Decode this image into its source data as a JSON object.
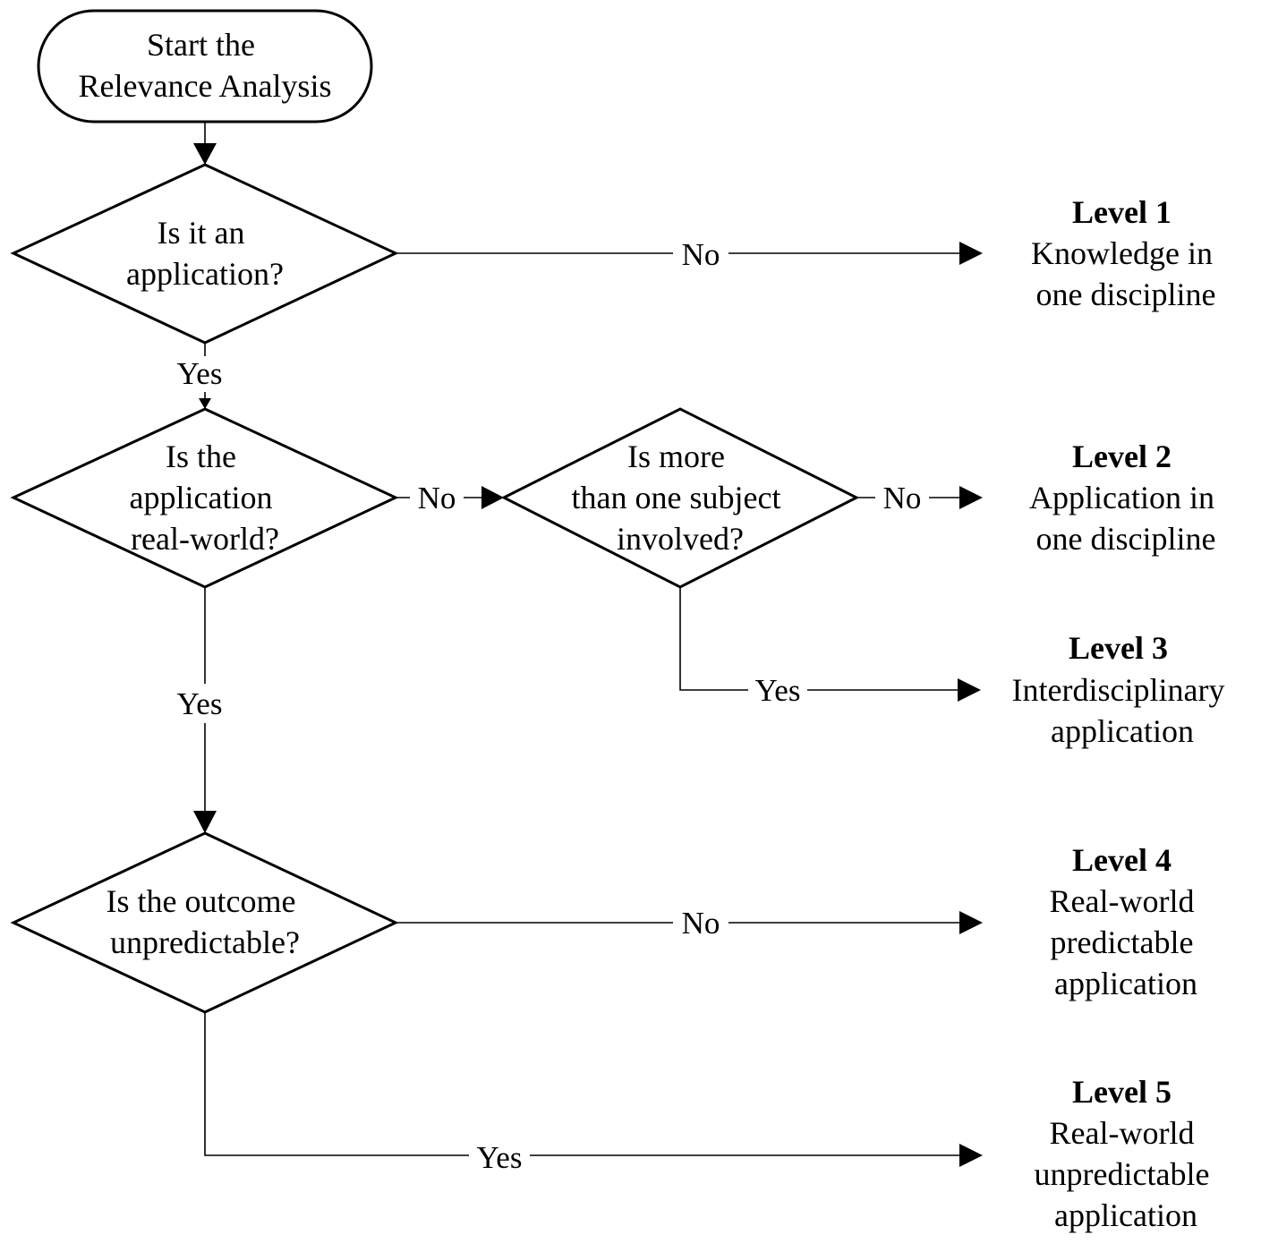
{
  "start": {
    "lines": [
      "Start the",
      "Relevance Analysis"
    ]
  },
  "decisions": {
    "application": {
      "lines": [
        "Is it an",
        "application?"
      ]
    },
    "real_world": {
      "lines": [
        "Is the",
        "application",
        "real-world?"
      ]
    },
    "subjects": {
      "lines": [
        "Is more",
        "than one subject",
        "involved?"
      ]
    },
    "outcome": {
      "lines": [
        "Is the outcome",
        "unpredictable?"
      ]
    }
  },
  "branch_labels": {
    "application_no": "No",
    "application_yes": "Yes",
    "real_world_no": "No",
    "real_world_yes": "Yes",
    "subjects_no": "No",
    "subjects_yes": "Yes",
    "outcome_no": "No",
    "outcome_yes": "Yes"
  },
  "levels": [
    {
      "title": "Level 1",
      "lines": [
        "Knowledge in",
        "one discipline"
      ]
    },
    {
      "title": "Level 2",
      "lines": [
        "Application in",
        "one discipline"
      ]
    },
    {
      "title": "Level 3",
      "lines": [
        "Interdisciplinary",
        "application"
      ]
    },
    {
      "title": "Level 4",
      "lines": [
        "Real-world",
        "predictable",
        "application"
      ]
    },
    {
      "title": "Level 5",
      "lines": [
        "Real-world",
        "unpredictable",
        "application"
      ]
    }
  ]
}
